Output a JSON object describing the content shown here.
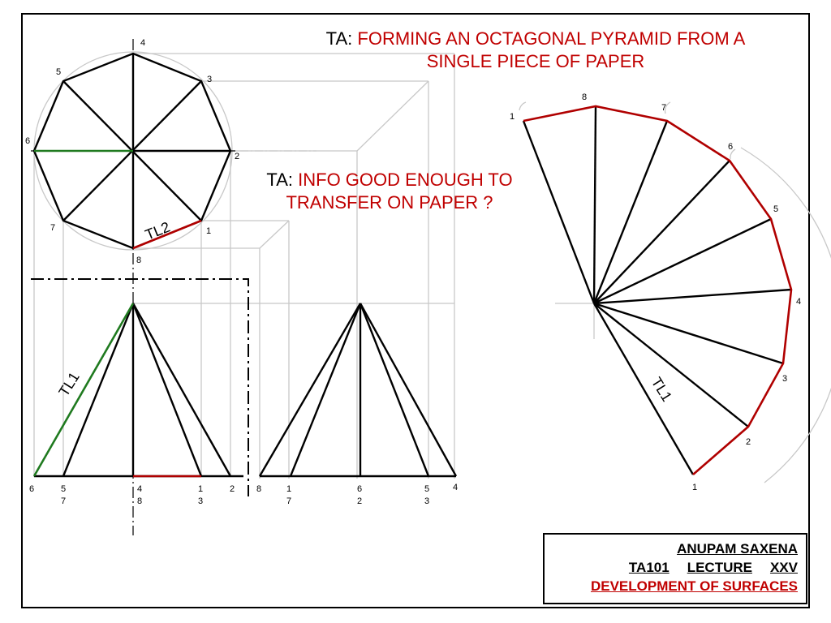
{
  "title": {
    "prefix": "TA: ",
    "line1": "FORMING AN OCTAGONAL PYRAMID  FROM A",
    "line2": "SINGLE PIECE OF PAPER"
  },
  "question": {
    "prefix": "TA: ",
    "line1": "INFO GOOD ENOUGH TO",
    "line2": "TRANSFER ON PAPER ?"
  },
  "info_box": {
    "author": "ANUPAM SAXENA",
    "course": "TA101",
    "lecture_label": "LECTURE",
    "lecture_number": "XXV",
    "subject": "DEVELOPMENT OF SURFACES"
  },
  "top_view": {
    "vertex_labels": [
      "1",
      "2",
      "3",
      "4",
      "5",
      "6",
      "7",
      "8"
    ],
    "true_length_label": "TL2"
  },
  "front_view": {
    "base_labels_top": [
      "6",
      "5",
      "4",
      "1",
      "2"
    ],
    "base_labels_bottom": [
      "7",
      "8",
      "3"
    ],
    "true_length_label": "TL1"
  },
  "side_view": {
    "base_labels_top": [
      "8",
      "1",
      "6",
      "5",
      "4"
    ],
    "base_labels_bottom": [
      "7",
      "2",
      "3"
    ]
  },
  "development": {
    "vertex_labels": [
      "1",
      "8",
      "7",
      "6",
      "5",
      "4",
      "3",
      "2",
      "1"
    ],
    "true_length_label": "TL1"
  },
  "colors": {
    "construction": "#c8c8c8",
    "edge": "#000000",
    "true_length_highlight_green": "#1f7a1f",
    "true_length_highlight_red": "#b00000",
    "title_accent": "#c00000"
  }
}
